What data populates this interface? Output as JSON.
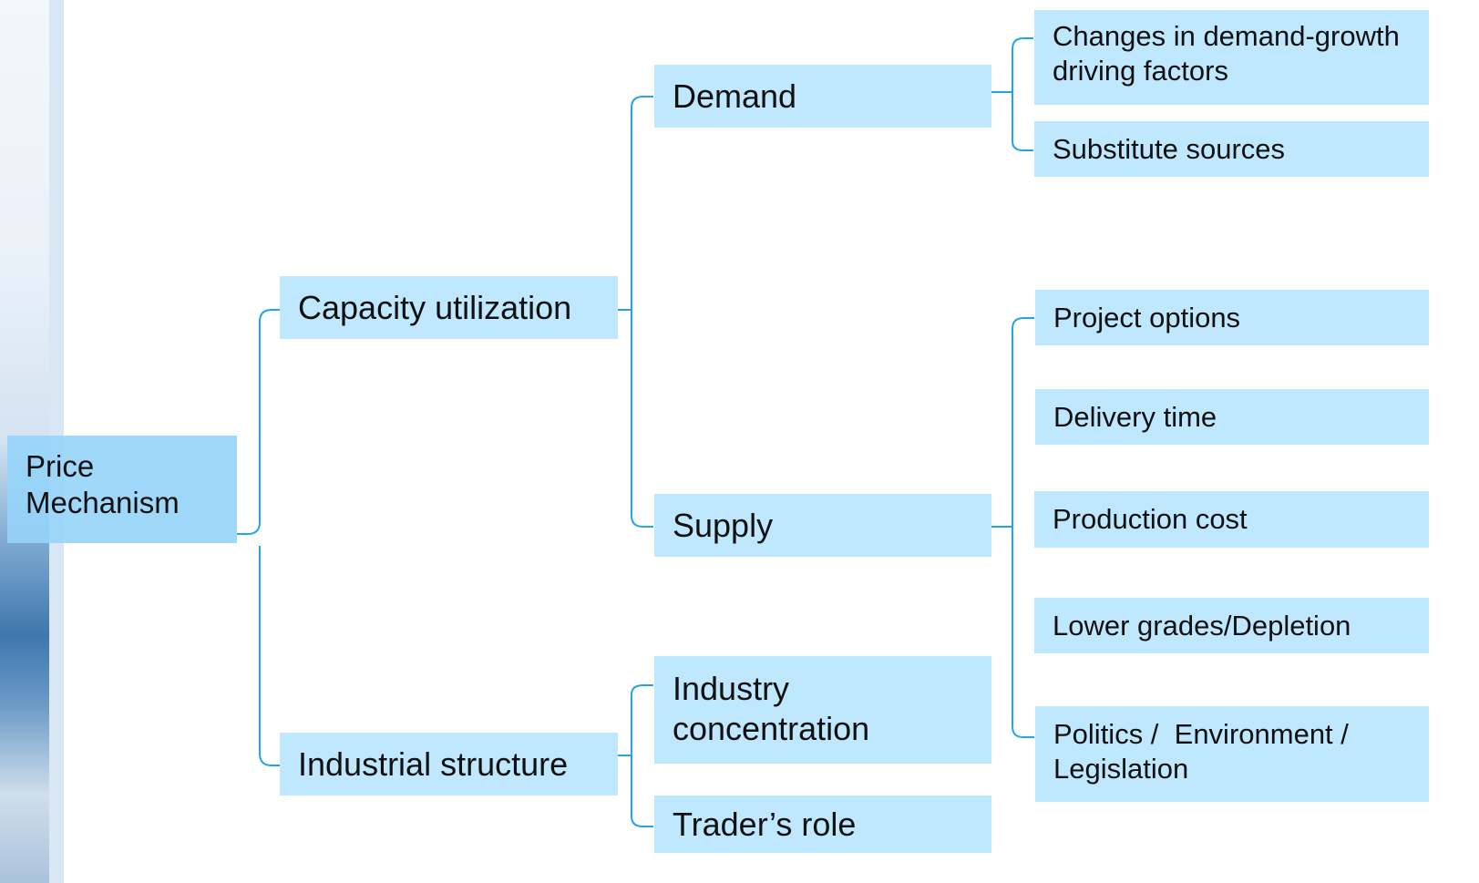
{
  "diagram": {
    "root": {
      "label_line1": "Price",
      "label_line2": "Mechanism"
    },
    "capacity": {
      "label": "Capacity utilization"
    },
    "industrial": {
      "label": "Industrial structure"
    },
    "demand": {
      "label": "Demand"
    },
    "supply": {
      "label": "Supply"
    },
    "industry_concentration": {
      "label_line1": "Industry",
      "label_line2": "concentration"
    },
    "traders_role": {
      "label": "Trader’s role"
    },
    "demand_children": [
      {
        "label_line1": "Changes in demand-growth",
        "label_line2": "driving factors"
      },
      {
        "label": "Substitute sources"
      }
    ],
    "supply_children": [
      {
        "label": "Project options"
      },
      {
        "label": "Delivery time"
      },
      {
        "label": "Production cost"
      },
      {
        "label": "Lower grades/Depletion"
      },
      {
        "label_line1": "Politics /  Environment /",
        "label_line2": "Legislation"
      }
    ],
    "colors": {
      "node_fill": "#bfe7fd",
      "root_fill": "#96d4fa",
      "connector": "#22a6e6"
    }
  }
}
